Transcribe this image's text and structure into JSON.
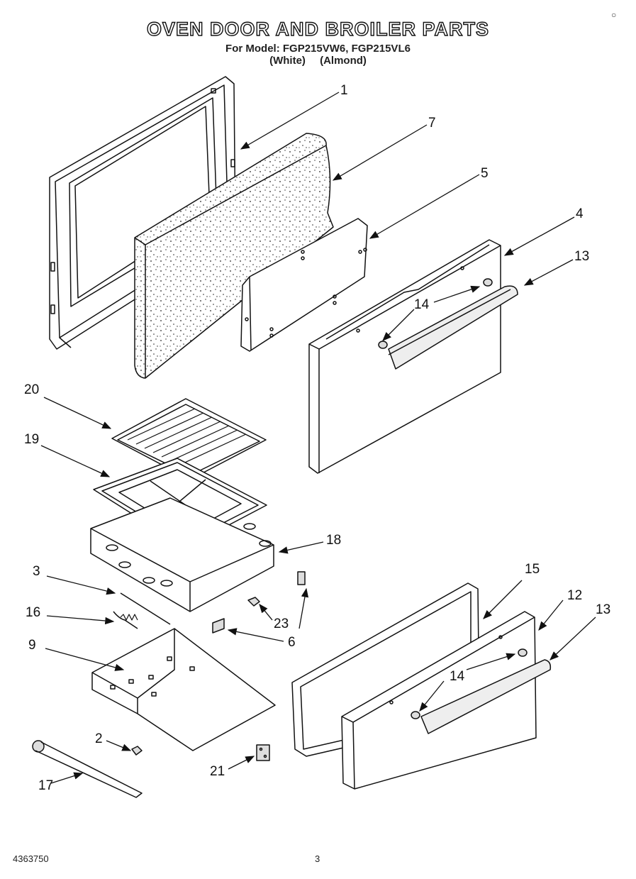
{
  "header": {
    "title": "OVEN DOOR AND BROILER PARTS",
    "model_line": "For Model: FGP215VW6, FGP215VL6",
    "color_line": "(White) (Almond)"
  },
  "footer": {
    "document_number": "4363750",
    "page_number": "3"
  },
  "callouts": {
    "c1": "1",
    "c7": "7",
    "c5": "5",
    "c4": "4",
    "c13a": "13",
    "c14a": "14",
    "c20": "20",
    "c19": "19",
    "c18": "18",
    "c3": "3",
    "c16": "16",
    "c9": "9",
    "c2": "2",
    "c17": "17",
    "c23": "23",
    "c6": "6",
    "c21": "21",
    "c15": "15",
    "c12": "12",
    "c13b": "13",
    "c14b": "14"
  },
  "colors": {
    "line": "#111111",
    "paper": "#ffffff",
    "shade": "#e9e9e9"
  }
}
